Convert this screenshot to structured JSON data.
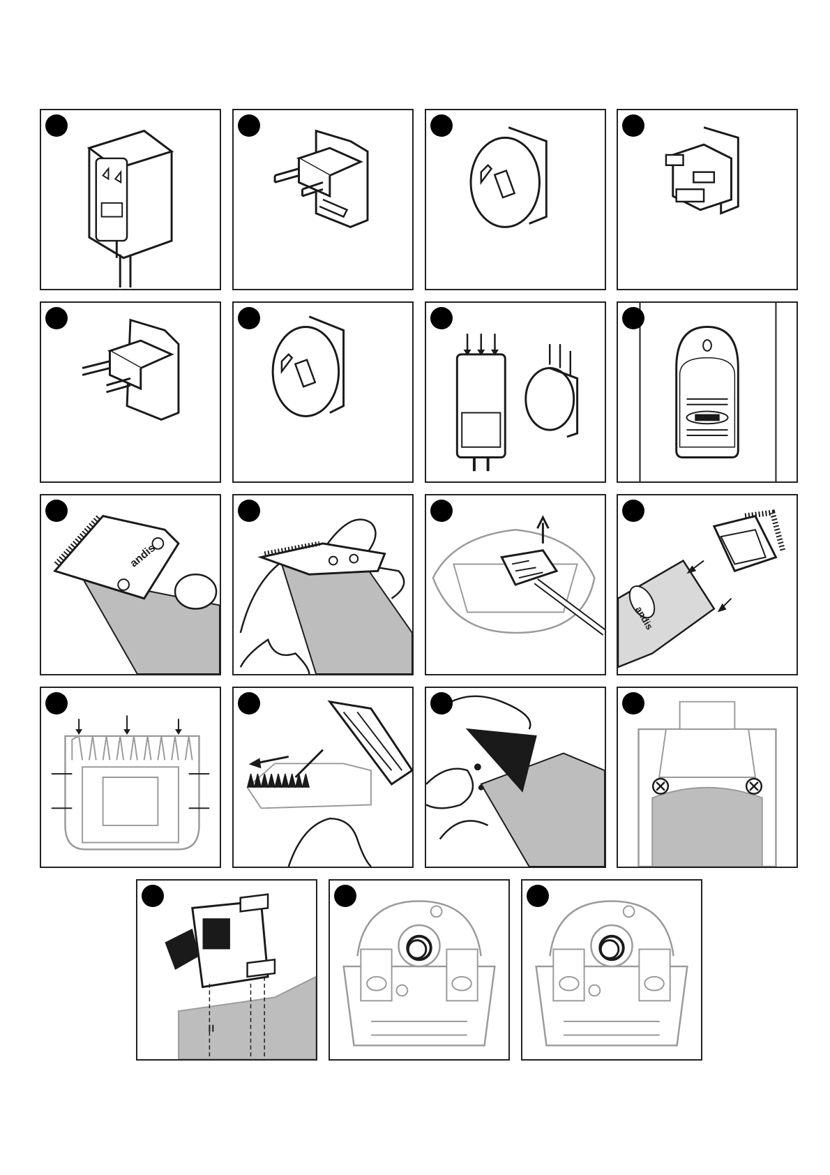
{
  "brand_text": "andis",
  "colors": {
    "ink": "#1a1a1a",
    "gray_fill": "#bdbdbd",
    "light_gray": "#d9d9d9",
    "outline_gray": "#9a9a9a"
  },
  "panels": [
    {
      "name": "power-adapter",
      "icon": "power-adapter-icon"
    },
    {
      "name": "euro-plug-adapter",
      "icon": "euro-plug-icon"
    },
    {
      "name": "australian-plug-adapter",
      "icon": "au-plug-icon"
    },
    {
      "name": "uk-plug-adapter",
      "icon": "uk-plug-icon"
    },
    {
      "name": "euro-plug-adapter-2",
      "icon": "euro-plug-icon"
    },
    {
      "name": "australian-plug-adapter-2",
      "icon": "au-plug-icon"
    },
    {
      "name": "attach-plug-to-adapter",
      "icon": "attach-arrows-icon"
    },
    {
      "name": "charging-stand",
      "icon": "charging-stand-icon"
    },
    {
      "name": "blade-on-clipper",
      "icon": "blade-icon"
    },
    {
      "name": "remove-blade",
      "icon": "hand-blade-icon"
    },
    {
      "name": "lift-blade-drive",
      "icon": "up-arrow-icon"
    },
    {
      "name": "attach-blade",
      "icon": "blade-attach-icon"
    },
    {
      "name": "blade-alignment",
      "icon": "blade-align-icon"
    },
    {
      "name": "clean-blade-brush",
      "icon": "brush-icon"
    },
    {
      "name": "oil-blade",
      "icon": "oil-icon"
    },
    {
      "name": "clipper-screws",
      "icon": "screw-icon"
    },
    {
      "name": "drive-lever-assembly",
      "icon": "drive-lever-icon"
    },
    {
      "name": "motor-housing-1",
      "icon": "motor-icon"
    },
    {
      "name": "motor-housing-2",
      "icon": "motor-icon"
    }
  ]
}
